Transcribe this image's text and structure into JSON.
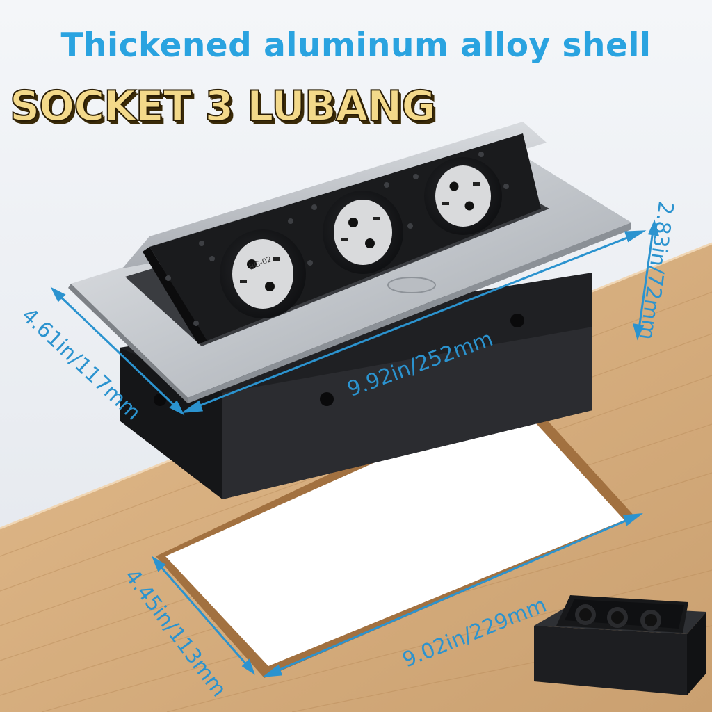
{
  "header": {
    "headline": "Thickened aluminum alloy shell",
    "badge_title": "SOCKET 3 LUBANG"
  },
  "dimensions": {
    "box_width": "9.92in/252mm",
    "box_depth": "4.61in/117mm",
    "box_height": "2.83in/72mm",
    "cutout_width": "9.02in/229mm",
    "cutout_depth": "4.45in/113mm"
  },
  "socket_marking": "RG-02",
  "colors": {
    "headline": "#2aa3e0",
    "badge_fill": "#f3d98a",
    "badge_outline": "#2a1d05",
    "dimension": "#2b93cf",
    "desk": "#d7ab79",
    "housing": "#1f2023",
    "frame": "#c9ccd0"
  }
}
